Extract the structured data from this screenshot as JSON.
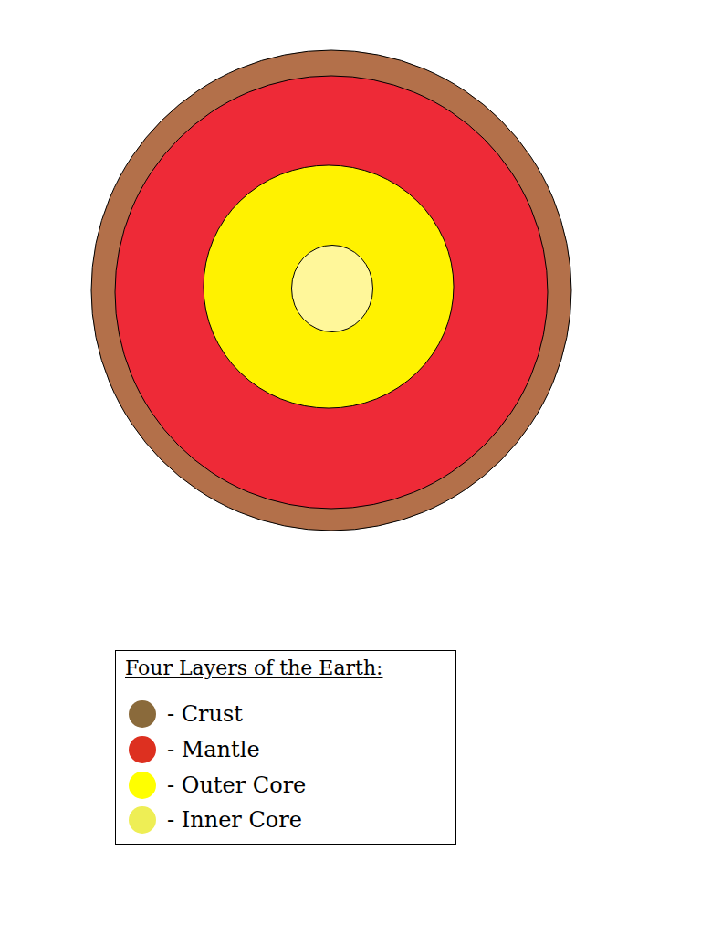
{
  "diagram": {
    "title": "Four Layers of the Earth:",
    "legend": [
      {
        "text": "- Crust",
        "color": "#8a6a3b"
      },
      {
        "text": "- Mantle",
        "color": "#dd3020"
      },
      {
        "text": "- Outer Core",
        "color": "#ffff00"
      },
      {
        "text": "- Inner Core",
        "color": "#eeee55"
      }
    ]
  }
}
